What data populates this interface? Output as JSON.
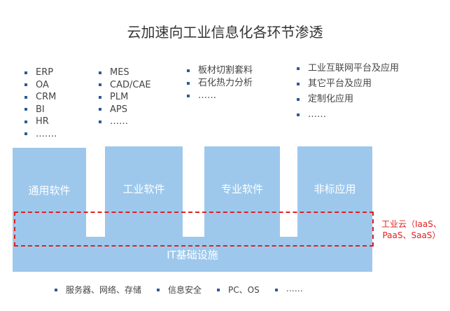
{
  "title": "云加速向工业信息化各环节渗透",
  "lists": [
    [
      "ERP",
      "OA",
      "CRM",
      "BI",
      "HR",
      "……."
    ],
    [
      "MES",
      "CAD/CAE",
      "PLM",
      "APS",
      "……"
    ],
    [
      "板材切割套料",
      "石化热力分析",
      "……"
    ],
    [
      "工业互联网平台及应用",
      "其它平台及应用",
      "定制化应用",
      "……"
    ]
  ],
  "boxes": [
    "通用软件",
    "工业软件",
    "专业软件",
    "非标应用"
  ],
  "infra": "IT基础设施",
  "cloud": [
    "工业云（IaaS、",
    "PaaS、SaaS）"
  ],
  "bottom": [
    "服务器、网络、存储",
    "信息安全",
    "PC、OS",
    "……"
  ]
}
